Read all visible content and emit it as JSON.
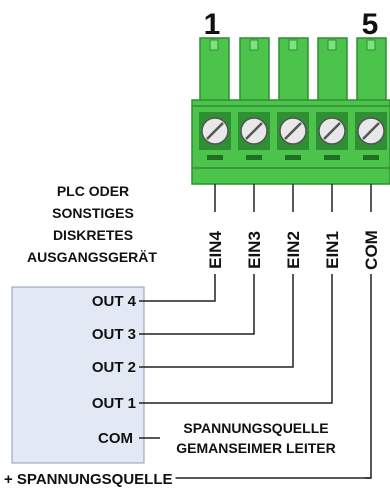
{
  "pin_numbers": {
    "first": "1",
    "last": "5"
  },
  "device_label_lines": [
    "PLC ODER",
    "SONSTIGES",
    "DISKRETES",
    "AUSGANGSGERÄT"
  ],
  "terminals": [
    {
      "label": "EIN4"
    },
    {
      "label": "EIN3"
    },
    {
      "label": "EIN2"
    },
    {
      "label": "EIN1"
    },
    {
      "label": "COM"
    }
  ],
  "outputs": [
    {
      "label": "OUT 4"
    },
    {
      "label": "OUT 3"
    },
    {
      "label": "OUT 2"
    },
    {
      "label": "OUT 1"
    },
    {
      "label": "COM"
    }
  ],
  "common_note_lines": [
    "SPANNUNGSQUELLE",
    "GEMANSEIMER LEITER"
  ],
  "supply_label": "+ SPANNUNGSQUELLE",
  "colors": {
    "connector_green": "#4cc44c",
    "connector_dark": "#2e8f33",
    "connector_light": "#7fe07f",
    "device_box_fill": "#e3e9f4",
    "device_box_stroke": "#8c9cb8"
  }
}
